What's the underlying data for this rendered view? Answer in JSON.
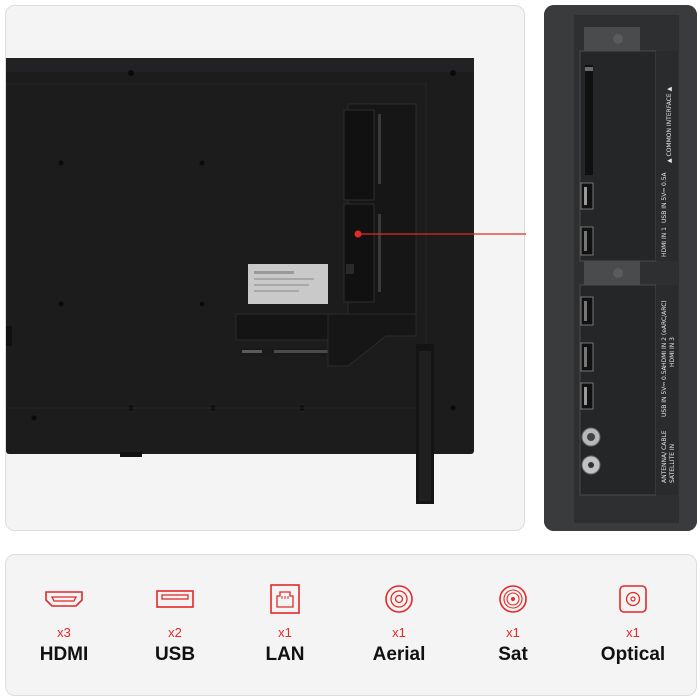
{
  "colors": {
    "accent": "#e22a27",
    "tv_back": "#1c1c1d",
    "zoom_bg": "#3a3b3d"
  },
  "zoom_labels": {
    "common_interface": "▲ COMMON INTERFACE ▲",
    "usb_in_1": "USB IN 5V⎓ 0.5A",
    "hdmi_in_1": "HDMI IN 1",
    "hdmi_in_2": "HDMI IN 2 (eARC/ARC)",
    "hdmi_in_3": "HDMI IN 3",
    "usb_in_2": "USB IN 5V⎓ 0.5A",
    "antenna": "ANTENNA/ CABLE",
    "sat": "SATELLITE IN"
  },
  "ports": [
    {
      "icon": "hdmi-icon",
      "count": "x3",
      "label": "HDMI"
    },
    {
      "icon": "usb-icon",
      "count": "x2",
      "label": "USB"
    },
    {
      "icon": "lan-icon",
      "count": "x1",
      "label": "LAN"
    },
    {
      "icon": "aerial-icon",
      "count": "x1",
      "label": "Aerial"
    },
    {
      "icon": "sat-icon",
      "count": "x1",
      "label": "Sat"
    },
    {
      "icon": "optical-icon",
      "count": "x1",
      "label": "Optical"
    }
  ]
}
